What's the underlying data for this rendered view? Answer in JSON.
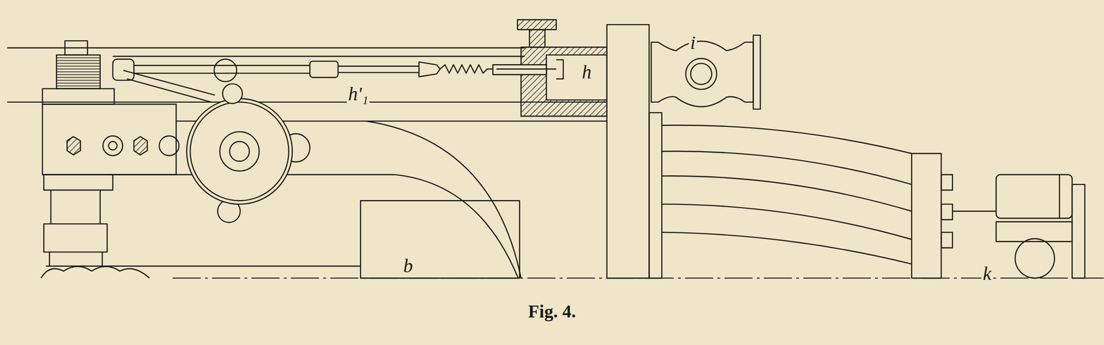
{
  "diagram": {
    "caption": "Fig. 4.",
    "labels": [
      "h'₁",
      "h",
      "i",
      "k",
      "b"
    ]
  }
}
